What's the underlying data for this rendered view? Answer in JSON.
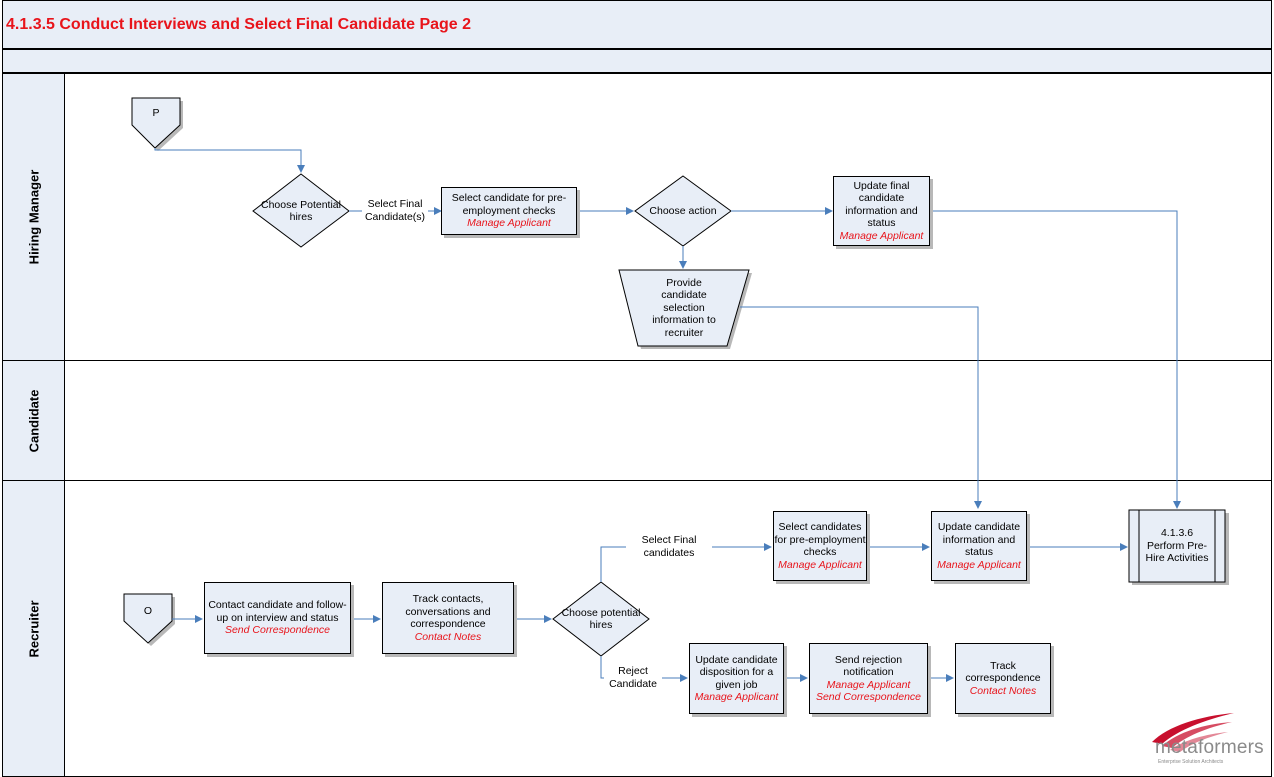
{
  "title": "4.1.3.5 Conduct Interviews and Select Final Candidate Page 2",
  "lanes": [
    "Hiring Manager",
    "Candidate",
    "Recruiter"
  ],
  "nodes": {
    "connector_p": "P",
    "connector_o": "O",
    "choose_potential_hires_hm": "Choose Potential hires",
    "select_candidate_pre_employment": {
      "text": "Select candidate for pre-employment checks",
      "ref": "Manage Applicant"
    },
    "choose_action": "Choose action",
    "update_final_candidate": {
      "text": "Update final candidate information and status",
      "ref": "Manage Applicant"
    },
    "provide_candidate_selection": "Provide candidate selection information to recruiter",
    "contact_candidate": {
      "text": "Contact candidate and follow-up on interview and status",
      "ref": "Send Correspondence"
    },
    "track_contacts": {
      "text": "Track contacts, conversations and correspondence",
      "ref": "Contact Notes"
    },
    "choose_potential_hires_rec": "Choose potential hires",
    "select_candidates_pre_employment": {
      "text": "Select candidates for pre-employment checks",
      "ref": "Manage Applicant"
    },
    "update_candidate_info": {
      "text": "Update candidate information and status",
      "ref": "Manage Applicant"
    },
    "perform_pre_hire": "4.1.3.6 Perform Pre-Hire Activities",
    "update_candidate_disposition": {
      "text": "Update candidate disposition for a given job",
      "ref": "Manage Applicant"
    },
    "send_rejection": {
      "text": "Send rejection notification",
      "ref": "Manage Applicant",
      "ref2": "Send Correspondence"
    },
    "track_correspondence": {
      "text": "Track correspondence",
      "ref": "Contact Notes"
    }
  },
  "edge_labels": {
    "select_final_candidates_hm": "Select Final Candidate(s)",
    "select_final_candidates_rec": "Select Final candidates",
    "reject_candidate": "Reject Candidate"
  },
  "logo": {
    "text": "metaformers",
    "tagline": "Enterprise Solution Architects"
  },
  "colors": {
    "title": "#e8141b",
    "reference": "#e8141b",
    "shape_fill": "#e8eef7",
    "flow_line": "#4a7ebb",
    "logo": "#c8102e"
  }
}
